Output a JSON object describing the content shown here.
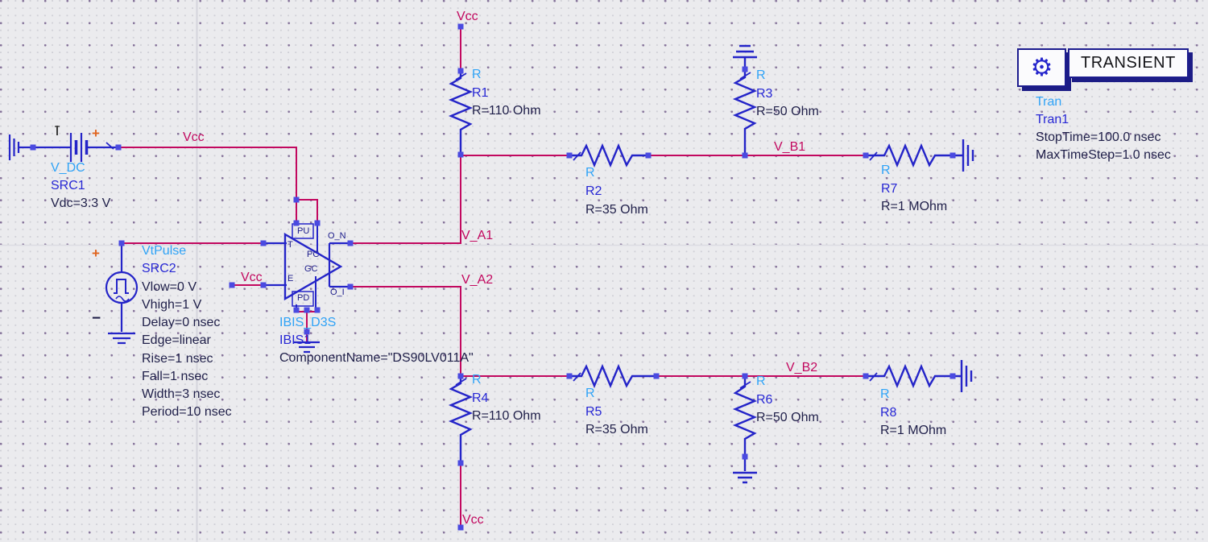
{
  "nets": {
    "vcc": "Vcc",
    "v_a1": "V_A1",
    "v_a2": "V_A2",
    "v_b1": "V_B1",
    "v_b2": "V_B2"
  },
  "sources": {
    "src1": {
      "type": "V_DC",
      "name": "SRC1",
      "param": "Vdc=3.3 V",
      "plus": "+"
    },
    "src2": {
      "type": "VtPulse",
      "name": "SRC2",
      "plus": "+",
      "minus": "−",
      "params": [
        "Vlow=0 V",
        "Vhigh=1 V",
        "Delay=0 nsec",
        "Edge=linear",
        "Rise=1 nsec",
        "Fall=1 nsec",
        "Width=3 nsec",
        "Period=10 nsec"
      ]
    }
  },
  "ibis": {
    "type": "IBIS_D3S",
    "name": "IBIS1",
    "component_name": "ComponentName=\"DS90LV011A\"",
    "pins": {
      "pu": "PU",
      "t": "T",
      "pc": "PC",
      "gc": "GC",
      "e": "E",
      "pd": "PD",
      "o_n": "O_N",
      "o_i": "O_I"
    }
  },
  "resistors": {
    "r1": {
      "type": "R",
      "name": "R1",
      "value": "R=110 Ohm"
    },
    "r2": {
      "type": "R",
      "name": "R2",
      "value": "R=35 Ohm"
    },
    "r3": {
      "type": "R",
      "name": "R3",
      "value": "R=50 Ohm"
    },
    "r4": {
      "type": "R",
      "name": "R4",
      "value": "R=110 Ohm"
    },
    "r5": {
      "type": "R",
      "name": "R5",
      "value": "R=35 Ohm"
    },
    "r6": {
      "type": "R",
      "name": "R6",
      "value": "R=50 Ohm"
    },
    "r7": {
      "type": "R",
      "name": "R7",
      "value": "R=1 MOhm"
    },
    "r8": {
      "type": "R",
      "name": "R8",
      "value": "R=1 MOhm"
    }
  },
  "simulation": {
    "title": "TRANSIENT",
    "icon_glyph": "⚙",
    "type": "Tran",
    "name": "Tran1",
    "params": [
      "StopTime=100.0 nsec",
      "MaxTimeStep=1.0 nsec"
    ]
  },
  "colors": {
    "wire_magenta": "#c2085f",
    "component_blue": "#2424c8",
    "label_cyan": "#2fa3f7",
    "label_dark": "#1f1f49",
    "pin_square": "#4a4ae0",
    "plus_orange": "#e0641e"
  }
}
